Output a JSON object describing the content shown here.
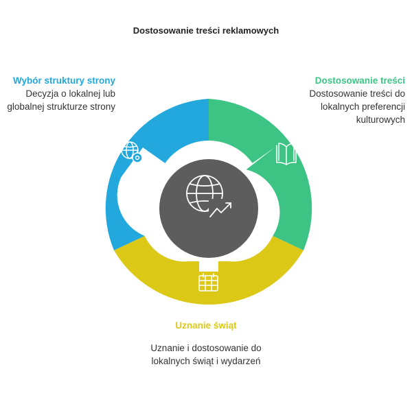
{
  "title": "Dostosowanie treści reklamowych",
  "segments": {
    "structure": {
      "heading": "Wybór struktury strony",
      "description": "Decyzja o lokalnej lub globalnej strukturze strony",
      "color": "#22a8dc",
      "icon": "globe-gear-icon"
    },
    "content": {
      "heading": "Dostosowanie treści",
      "description": "Dostosowanie treści do lokalnych preferencji kulturowych",
      "color": "#3dc484",
      "icon": "open-book-icon"
    },
    "holidays": {
      "heading": "Uznanie świąt",
      "description": "Uznanie i dostosowanie do lokalnych świąt i wydarzeń",
      "color": "#dcc817",
      "icon": "calendar-icon"
    }
  },
  "center": {
    "color": "#5d5d5d",
    "icon": "globe-growth-icon"
  }
}
